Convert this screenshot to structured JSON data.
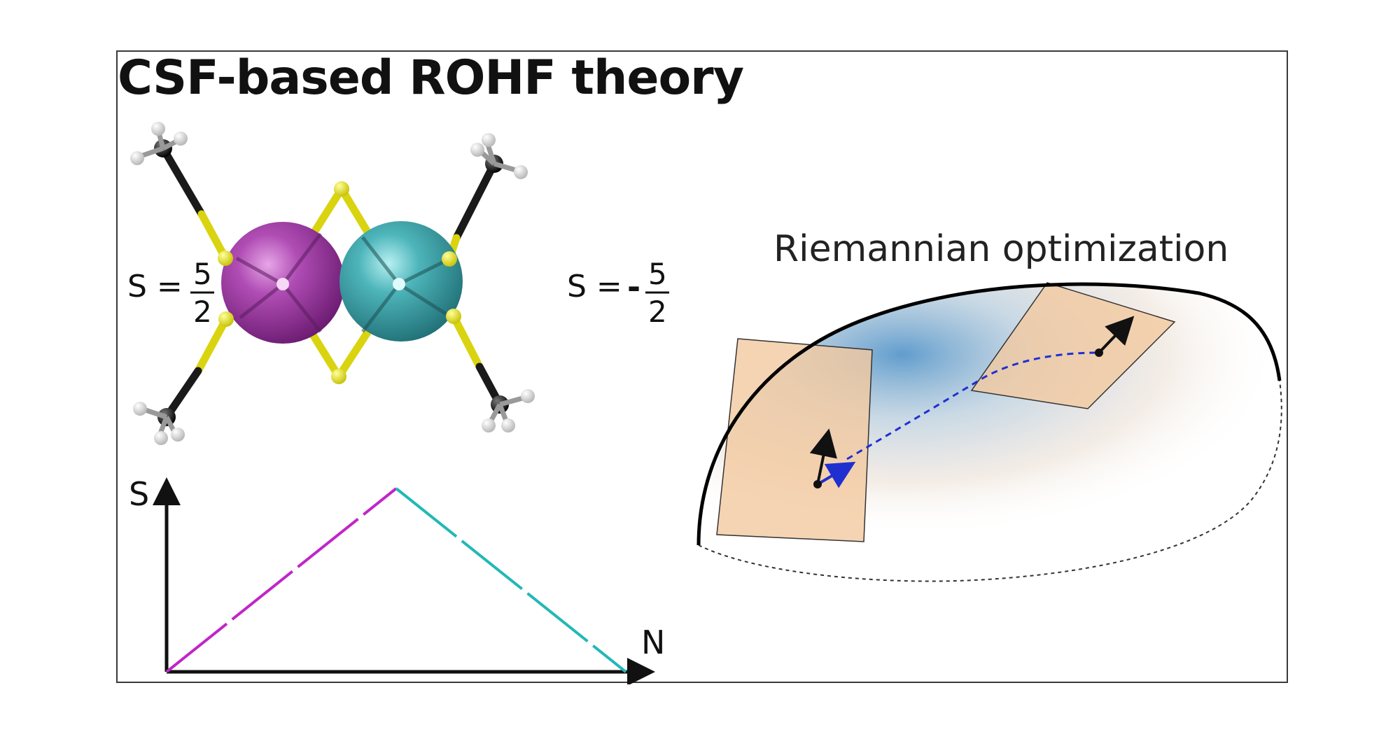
{
  "title": "CSF-based ROHF theory",
  "molecule": {
    "spin_left": {
      "prefix": "S =",
      "sign": "",
      "numerator": "5",
      "denominator": "2"
    },
    "spin_right": {
      "prefix": "S =",
      "sign": "-",
      "numerator": "5",
      "denominator": "2"
    },
    "left_isosurface_color": "#a03aa6",
    "right_isosurface_color": "#3fa6ab",
    "sulfur_color": "#e3e11d",
    "carbon_color": "#1a1a1a",
    "hydrogen_color": "#f2f2f2"
  },
  "chart_data": {
    "type": "line",
    "ylabel": "S",
    "xlabel": "N",
    "series": [
      {
        "color": "#c026c6",
        "dashed": true,
        "x": [
          0,
          0.5
        ],
        "y": [
          0,
          1
        ]
      },
      {
        "color": "#22b8b8",
        "dashed": true,
        "x": [
          0.5,
          1
        ],
        "y": [
          1,
          0
        ]
      }
    ]
  },
  "manifold": {
    "label": "Riemannian optimization",
    "tangent_plane_color": "#f3c9a0",
    "path_color": "#2030d0",
    "arrow_color": "#111111"
  }
}
